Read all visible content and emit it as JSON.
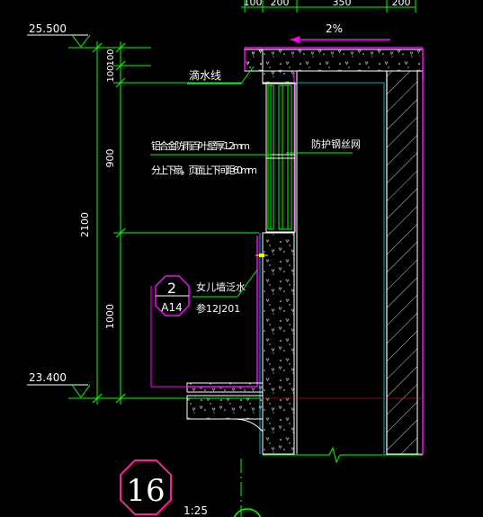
{
  "dims": {
    "top_dims": [
      "100",
      "200",
      "350",
      "200"
    ],
    "vertical": [
      "100",
      "100",
      "900",
      "1000"
    ],
    "total": "2100"
  },
  "elevations": {
    "top": "25.500",
    "bottom": "23.400"
  },
  "slope": "2%",
  "labels": {
    "drip_line": "滴水线",
    "louver_line1": "铝合金防雨百叶,壁厚1.2mm",
    "louver_line2": "分上下扇，页面上下间距60mm",
    "guard_mesh": "防护钢丝网",
    "parapet_waterproof": "女儿墙泛水",
    "parapet_ref": "参12J201"
  },
  "callout": {
    "number": "2",
    "sheet": "A14"
  },
  "detail": {
    "number": "16",
    "scale": "1:25"
  },
  "colors": {
    "green": "#00ff00",
    "yellow": "#ffff00",
    "white": "#ffffff",
    "magenta": "#ff00ff",
    "pink": "#ff1b9a",
    "cyan": "#00e0ff",
    "blue": "#4040ff",
    "red": "#ff2020"
  }
}
